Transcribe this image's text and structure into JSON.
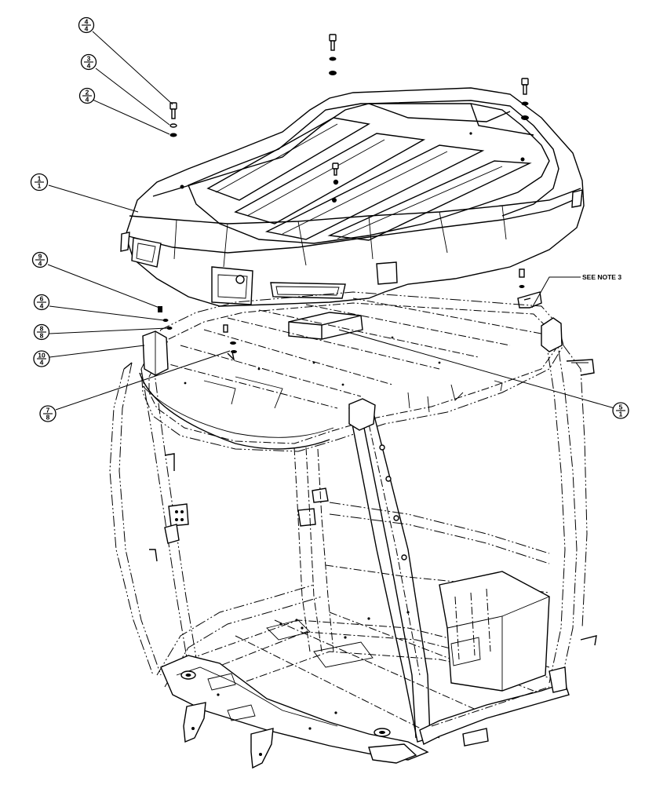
{
  "balloons": [
    {
      "id": "b-4-4",
      "top": "4",
      "bottom": "4"
    },
    {
      "id": "b-3-4",
      "top": "3",
      "bottom": "4"
    },
    {
      "id": "b-2-4",
      "top": "2",
      "bottom": "4"
    },
    {
      "id": "b-1-1",
      "top": "1",
      "bottom": "1"
    },
    {
      "id": "b-9-4",
      "top": "9",
      "bottom": "4"
    },
    {
      "id": "b-6-4",
      "top": "6",
      "bottom": "4"
    },
    {
      "id": "b-8-8",
      "top": "8",
      "bottom": "8"
    },
    {
      "id": "b-10-4",
      "top": "10",
      "bottom": "4"
    },
    {
      "id": "b-7-8",
      "top": "7",
      "bottom": "8"
    },
    {
      "id": "b-5-1",
      "top": "5",
      "bottom": "1"
    }
  ],
  "note": "SEE NOTE 3"
}
